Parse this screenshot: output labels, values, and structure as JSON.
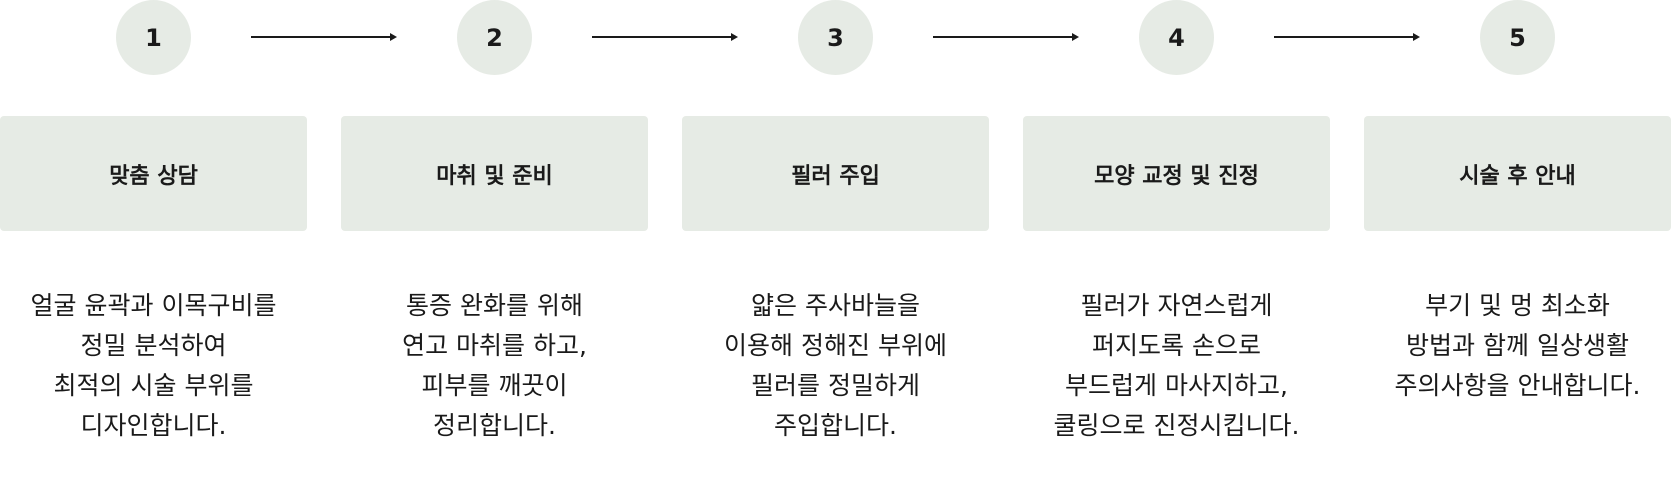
{
  "steps": [
    {
      "number": "1",
      "title": "맞춤 상담",
      "lines": [
        "얼굴 윤곽과 이목구비를",
        "정밀 분석하여",
        "최적의 시술 부위를",
        "디자인합니다."
      ]
    },
    {
      "number": "2",
      "title": "마취 및 준비",
      "lines": [
        "통증 완화를 위해",
        "연고 마취를 하고,",
        "피부를 깨끗이",
        "정리합니다."
      ]
    },
    {
      "number": "3",
      "title": "필러 주입",
      "lines": [
        "얇은 주사바늘을",
        "이용해 정해진 부위에",
        "필러를 정밀하게",
        "주입합니다."
      ]
    },
    {
      "number": "4",
      "title": "모양 교정 및 진정",
      "lines": [
        "필러가 자연스럽게",
        "퍼지도록 손으로",
        "부드럽게 마사지하고,",
        "쿨링으로 진정시킵니다."
      ]
    },
    {
      "number": "5",
      "title": "시술 후 안내",
      "lines": [
        "부기 및 멍 최소화",
        "방법과 함께 일상생활",
        "주의사항을 안내합니다."
      ]
    }
  ],
  "colors": {
    "shape_fill": "#e6ebe5",
    "text": "#1a1a1a",
    "arrow": "#1a1a1a"
  }
}
